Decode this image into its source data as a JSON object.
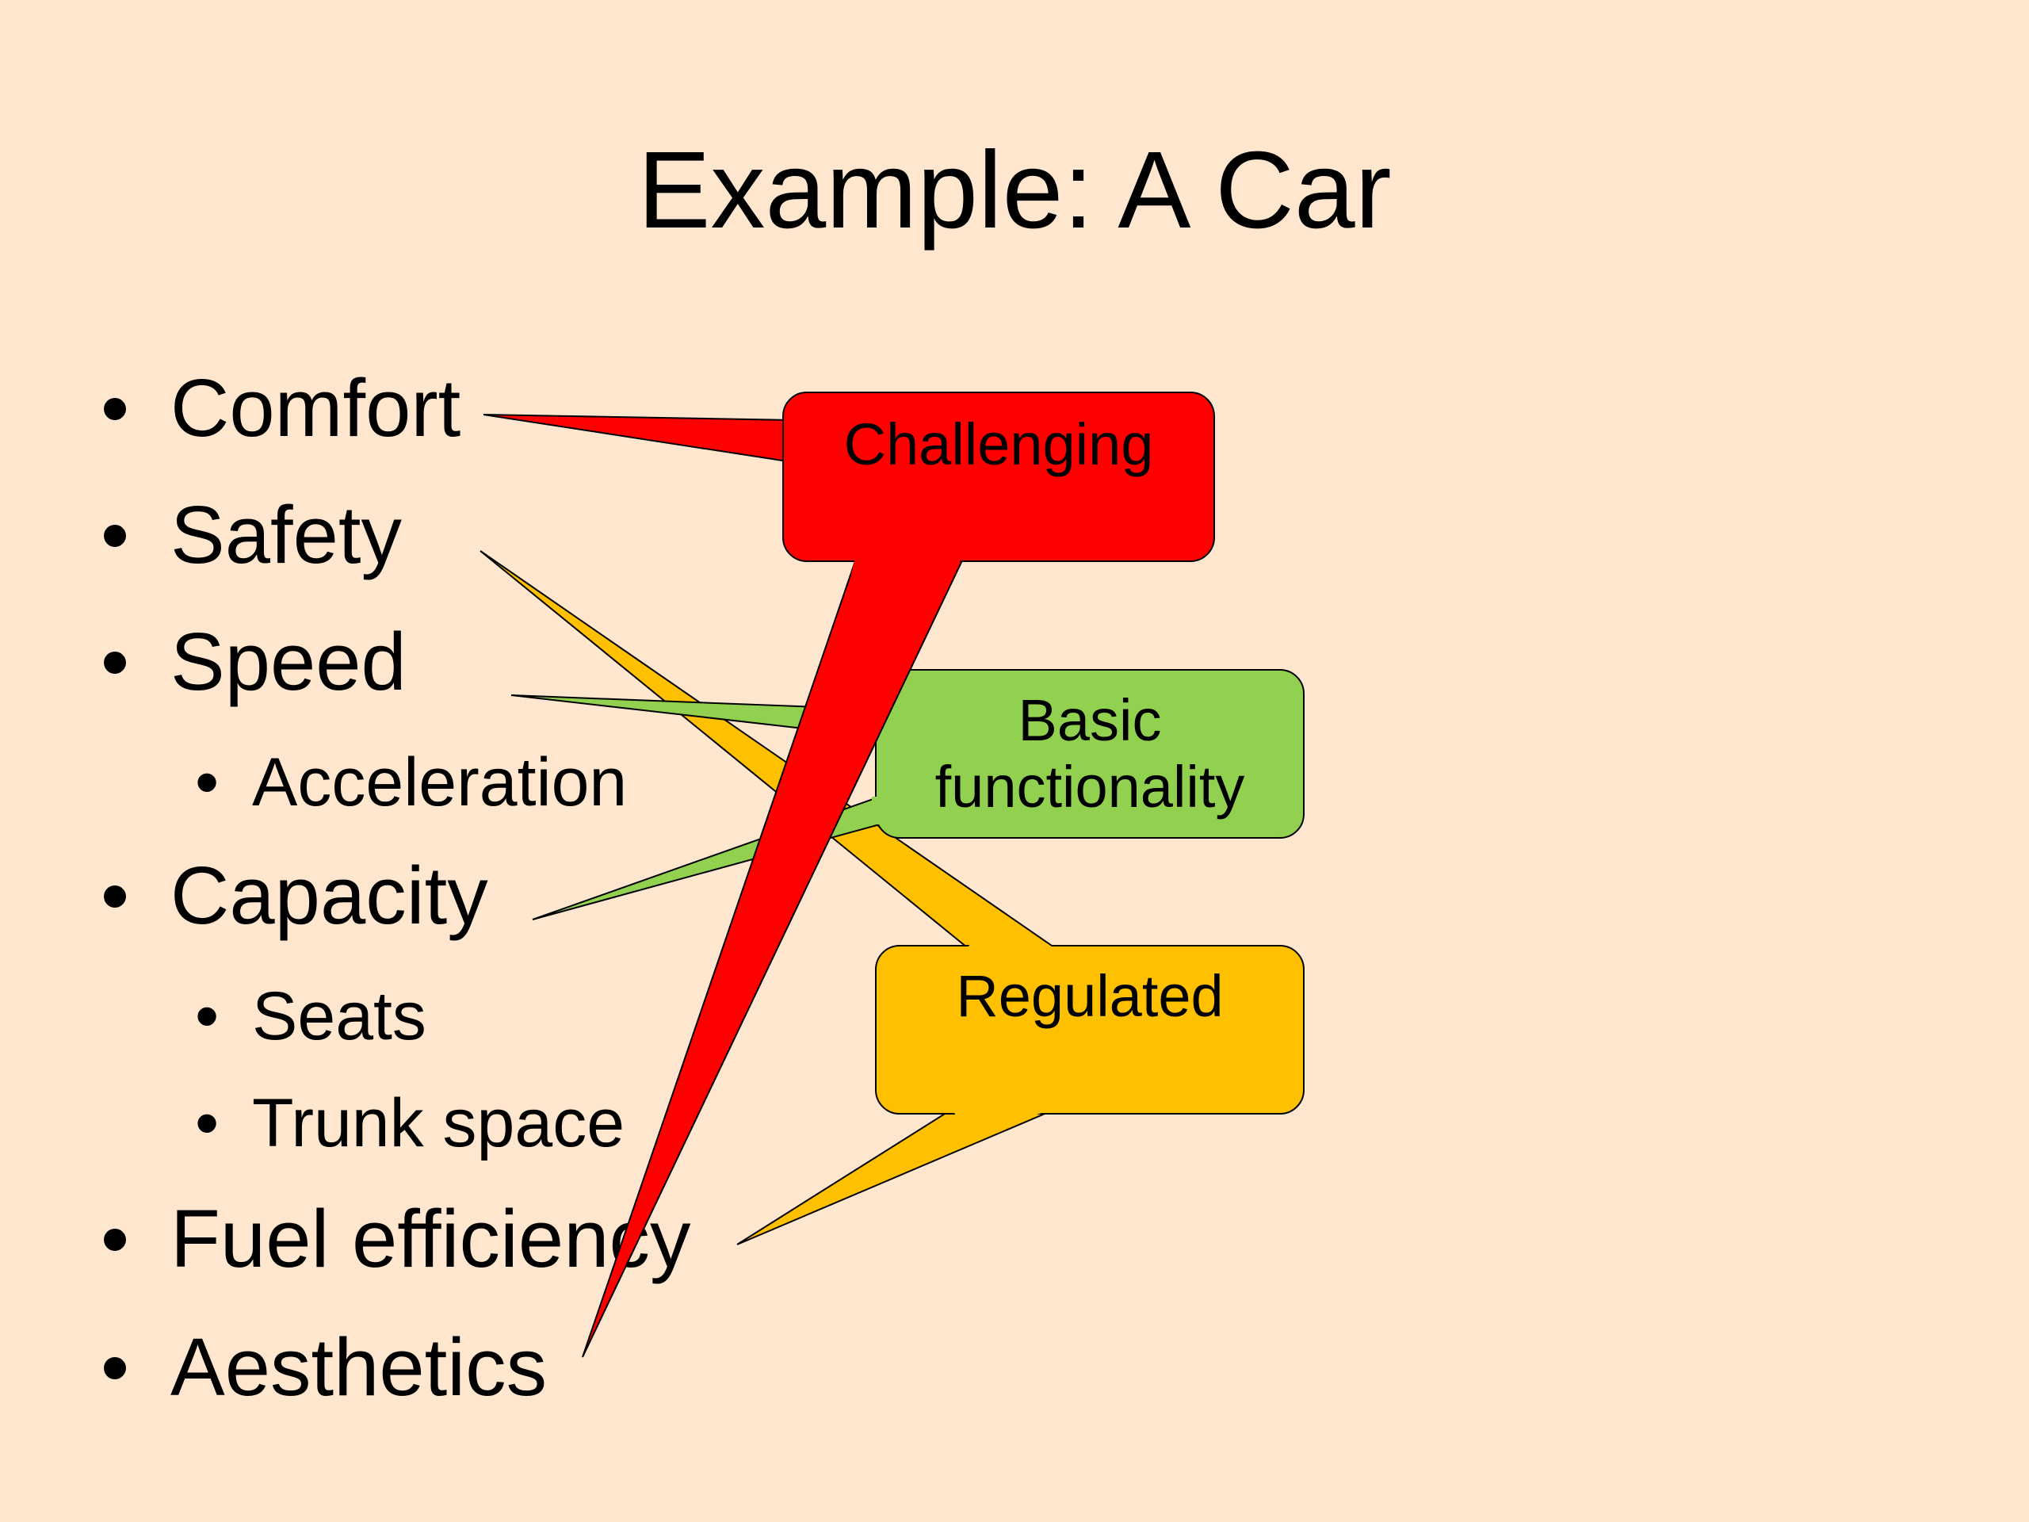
{
  "slide": {
    "title": "Example: A Car",
    "bullet_glyph": "•",
    "bullets": [
      {
        "text": "Comfort",
        "level": 1
      },
      {
        "text": "Safety",
        "level": 1
      },
      {
        "text": "Speed",
        "level": 1
      },
      {
        "text": "Acceleration",
        "level": 2
      },
      {
        "text": "Capacity",
        "level": 1
      },
      {
        "text": "Seats",
        "level": 2
      },
      {
        "text": "Trunk space",
        "level": 2
      },
      {
        "text": "Fuel efficiency",
        "level": 1
      },
      {
        "text": "Aesthetics",
        "level": 1
      }
    ],
    "callouts": {
      "challenging": {
        "label": "Challenging",
        "color": "#FF0000"
      },
      "basic": {
        "label_line1": "Basic",
        "label_line2": "functionality",
        "color": "#92D050"
      },
      "regulated": {
        "label": "Regulated",
        "color": "#FFC000"
      }
    },
    "background_color": "#FFE6CF"
  }
}
